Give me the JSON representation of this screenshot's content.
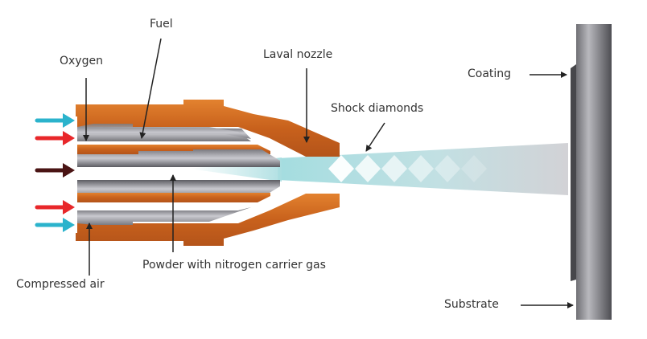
{
  "title": "HVOF thermal spray gun schematic",
  "labels": {
    "fuel": "Fuel",
    "oxygen": "Oxygen",
    "laval_nozzle": "Laval nozzle",
    "shock_diamonds": "Shock diamonds",
    "coating": "Coating",
    "substrate": "Substrate",
    "powder": "Powder with nitrogen carrier gas",
    "compressed_air": "Compressed air"
  },
  "inlet_arrows": [
    {
      "name": "compressed-air-inlet",
      "color": "#2bb3cc"
    },
    {
      "name": "oxygen-inlet",
      "color": "#e8272a"
    },
    {
      "name": "powder-inlet",
      "color": "#4a1414"
    },
    {
      "name": "oxygen-inlet",
      "color": "#e8272a"
    },
    {
      "name": "compressed-air-inlet",
      "color": "#2bb3cc"
    }
  ],
  "colors": {
    "copper": "#c8611c",
    "copper_light": "#e07b2c",
    "steel": "#9a9aa2",
    "jet": "#a9dde0",
    "substrate": "#8e8e93",
    "coating": "#4a4a4e",
    "leader": "#222222"
  },
  "shock_diamond_count": 6
}
